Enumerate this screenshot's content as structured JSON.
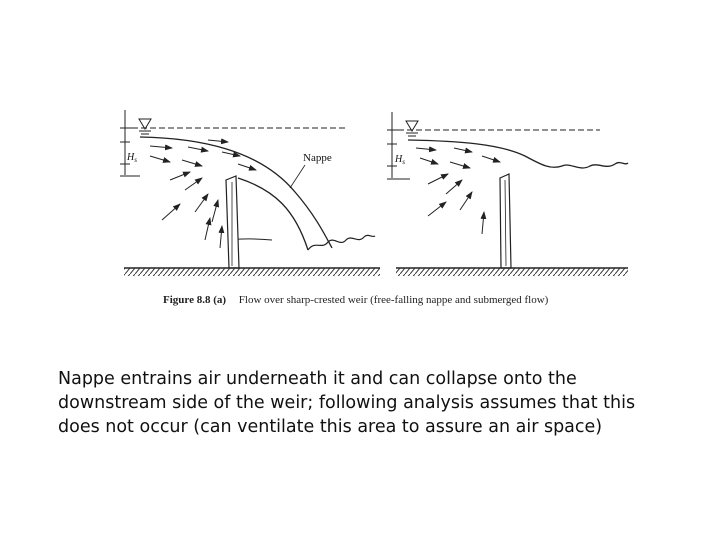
{
  "figure": {
    "nappe_label": "Nappe",
    "head_label_left": "H",
    "head_sub_left": "s",
    "head_label_right": "H",
    "head_sub_right": "s",
    "caption_label": "Figure 8.8 (a)",
    "caption_text": "Flow over sharp-crested weir (free-falling nappe and submerged flow)"
  },
  "text": {
    "line1": "Nappe entrains air underneath it and can collapse onto the",
    "line2": "downstream side of the weir; following analysis assumes that this",
    "line3": "does not occur (can ventilate this area to assure an air space)"
  }
}
